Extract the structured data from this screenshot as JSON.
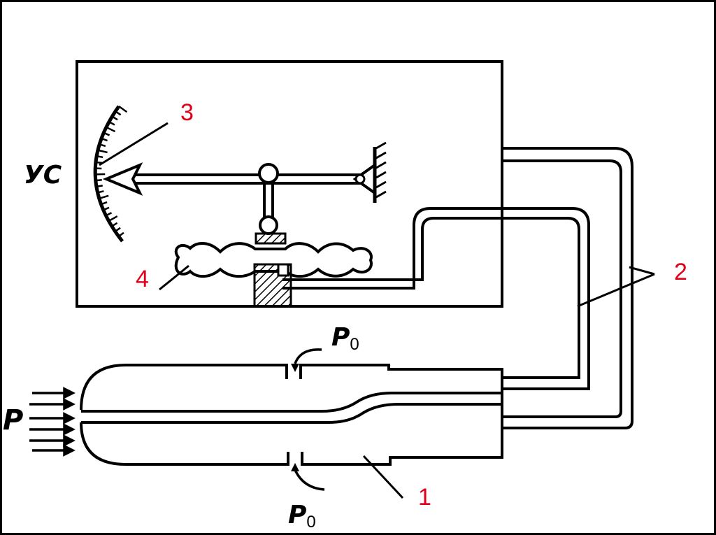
{
  "labels": {
    "scale_label": "УС",
    "p_main": "P",
    "p0_top": "P",
    "p0_top_sub": "0",
    "p0_bottom": "P",
    "p0_bottom_sub": "0",
    "num_1": "1",
    "num_2": "2",
    "num_3": "3",
    "num_4": "4"
  },
  "colors": {
    "line": "#000000",
    "callout": "#e0001a"
  }
}
